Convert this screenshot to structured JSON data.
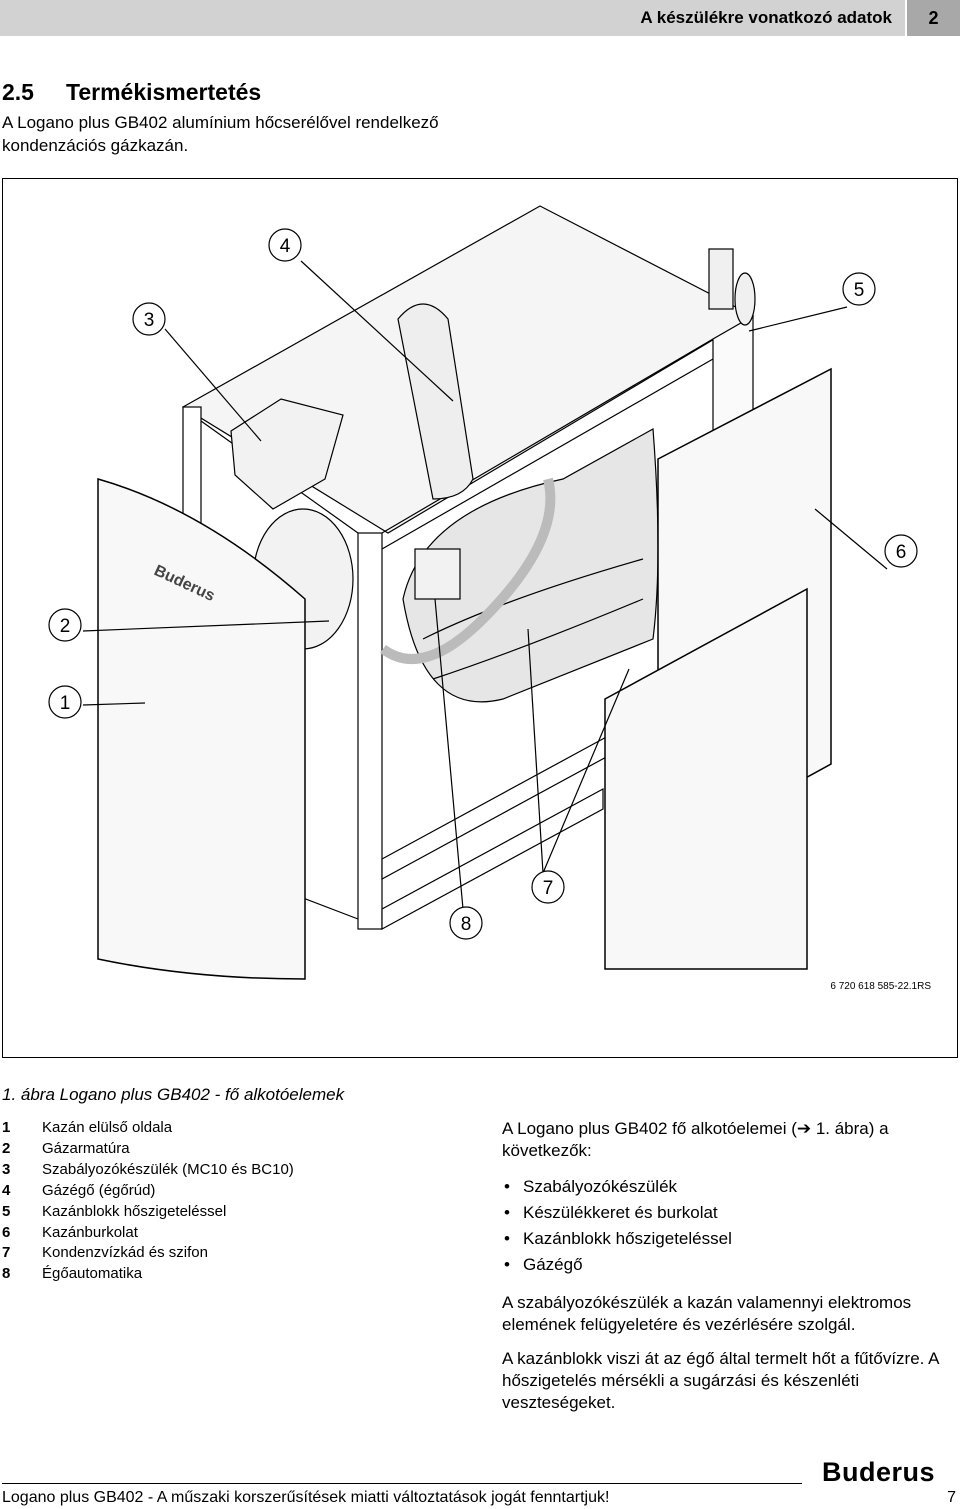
{
  "header": {
    "title": "A készülékre vonatkozó adatok",
    "chapter": "2"
  },
  "section": {
    "number": "2.5",
    "title": "Termékismertetés",
    "intro": "A Logano plus GB402 alumínium hőcserélővel rendelkező kondenzációs gázkazán."
  },
  "figure": {
    "callouts": [
      "1",
      "2",
      "3",
      "4",
      "5",
      "6",
      "7",
      "8"
    ],
    "brand_on_panel": "Buderus",
    "reference_code": "6 720 618 585-22.1RS",
    "caption": "1. ábra  Logano plus GB402 - fő alkotóelemek"
  },
  "legend": [
    {
      "num": "1",
      "text": "Kazán elülső oldala"
    },
    {
      "num": "2",
      "text": "Gázarmatúra"
    },
    {
      "num": "3",
      "text": "Szabályozókészülék (MC10 és BC10)"
    },
    {
      "num": "4",
      "text": "Gázégő (égőrúd)"
    },
    {
      "num": "5",
      "text": "Kazánblokk hőszigeteléssel"
    },
    {
      "num": "6",
      "text": "Kazánburkolat"
    },
    {
      "num": "7",
      "text": "Kondenzvízkád és szifon"
    },
    {
      "num": "8",
      "text": "Égőautomatika"
    }
  ],
  "body": {
    "lead": "A Logano plus GB402 fő alkotóelemei (➔ 1. ábra) a következők:",
    "bullets": [
      "Szabályozókészülék",
      "Készülékkeret és burkolat",
      "Kazánblokk hőszigeteléssel",
      "Gázégő"
    ],
    "p1": "A szabályozókészülék a kazán valamennyi elektromos elemének felügyeletére és vezérlésére szolgál.",
    "p2": "A kazánblokk viszi át az égő által termelt hőt a fűtővízre. A hőszigetelés mérsékli a sugárzási és készenléti veszteségeket."
  },
  "footer": {
    "text": "Logano plus GB402 - A műszaki korszerűsítések miatti változtatások jogát fenntartjuk!",
    "page": "7",
    "brand": "Buderus"
  }
}
